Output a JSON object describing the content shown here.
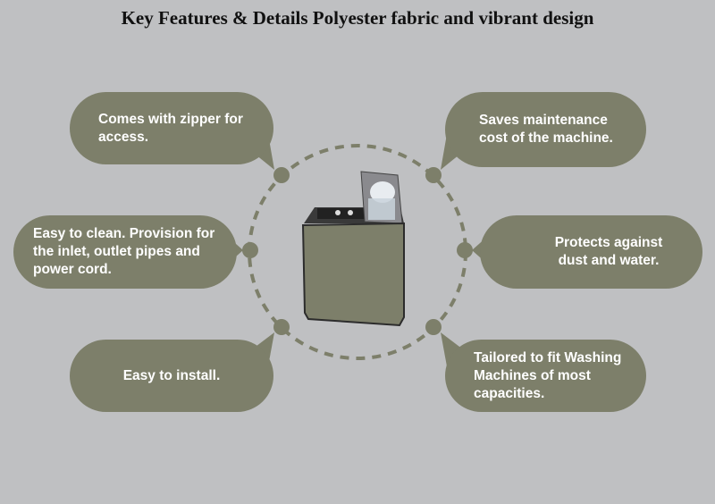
{
  "title": "Key Features & Details Polyester fabric and vibrant design",
  "colors": {
    "background": "#bfc0c2",
    "accent": "#7d7f6a",
    "text": "#ffffff"
  },
  "features": [
    {
      "text": "Comes with zipper for access."
    },
    {
      "text": "Saves maintenance cost of the machine."
    },
    {
      "text": "Easy to clean. Provision for the inlet, outlet pipes and power cord."
    },
    {
      "text": "Protects against dust and water."
    },
    {
      "text": "Easy to install."
    },
    {
      "text": "Tailored to fit Washing Machines of most capacities."
    }
  ],
  "center_image": "washing-machine-with-cover"
}
